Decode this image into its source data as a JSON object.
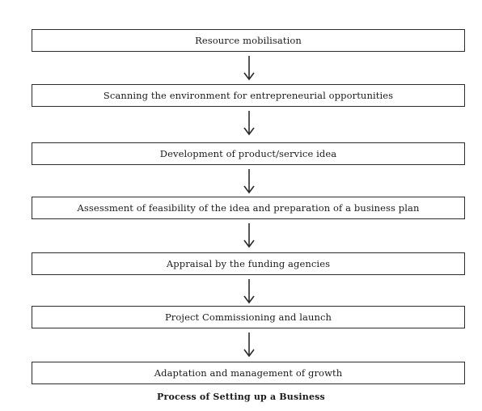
{
  "diagram": {
    "steps": [
      {
        "label": "Resource mobilisation"
      },
      {
        "label": "Scanning the environment for entrepreneurial opportunities"
      },
      {
        "label": "Development of product/service idea"
      },
      {
        "label": "Assessment of feasibility of the idea and preparation of a business plan"
      },
      {
        "label": "Appraisal by the funding agencies"
      },
      {
        "label": "Project Commissioning and launch"
      },
      {
        "label": "Adaptation and management of growth"
      }
    ],
    "caption": "Process of Setting up a Business"
  }
}
